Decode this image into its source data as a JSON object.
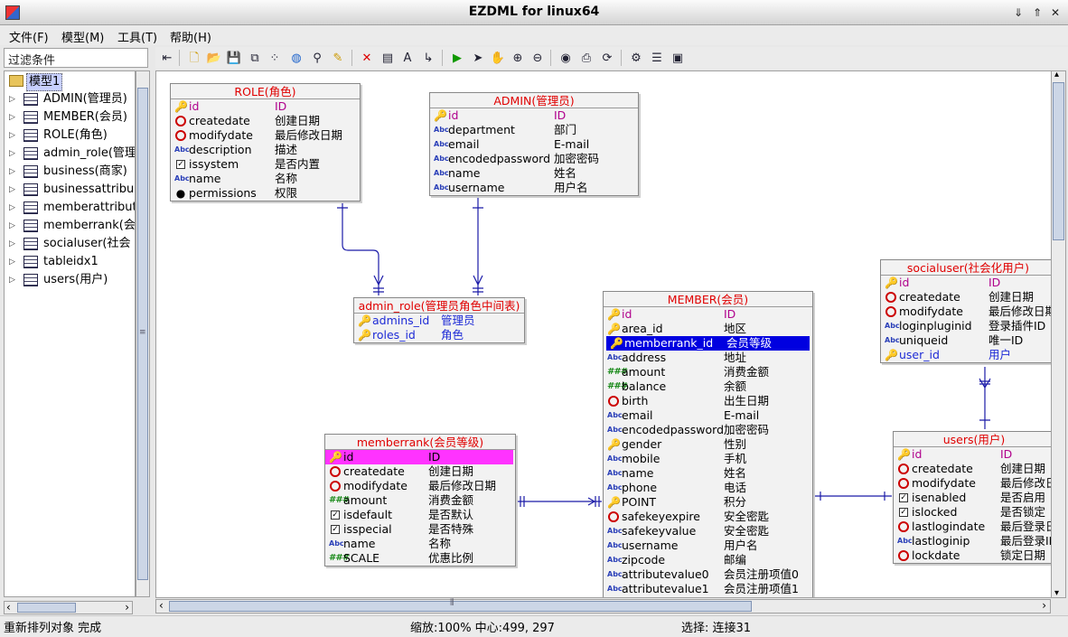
{
  "window": {
    "title": "EZDML for linux64",
    "controls": [
      "⇓",
      "⇑",
      "✕"
    ]
  },
  "menu": [
    "文件(F)",
    "模型(M)",
    "工具(T)",
    "帮助(H)"
  ],
  "filter_placeholder": "过滤条件",
  "toolbar_icons": [
    "sidebar-toggle-icon",
    "new-icon",
    "open-icon",
    "save-icon",
    "copy-icon",
    "arrange-icon",
    "globe-icon",
    "find-icon",
    "highlight-icon",
    "delete-icon",
    "new-table-icon",
    "text-icon",
    "link-icon",
    "run-icon",
    "pointer-icon",
    "hand-icon",
    "zoom-in-icon",
    "zoom-out-icon",
    "view-icon",
    "export-icon",
    "refresh-icon",
    "settings-icon",
    "properties-icon",
    "image-icon"
  ],
  "tree": {
    "root": "模型1",
    "items": [
      "ADMIN(管理员)",
      "MEMBER(会员)",
      "ROLE(角色)",
      "admin_role(管理",
      "business(商家)",
      "businessattribu",
      "memberattribut",
      "memberrank(会",
      "socialuser(社会",
      "tableidx1",
      "users(用户)"
    ]
  },
  "tables": {
    "role": {
      "title": "ROLE(角色)",
      "fields": [
        {
          "name": "id",
          "cn": "ID",
          "icon": "key",
          "kind": "pk"
        },
        {
          "name": "createdate",
          "cn": "创建日期",
          "icon": "clock"
        },
        {
          "name": "modifydate",
          "cn": "最后修改日期",
          "icon": "clock"
        },
        {
          "name": "description",
          "cn": "描述",
          "icon": "abc"
        },
        {
          "name": "issystem",
          "cn": "是否内置",
          "icon": "check"
        },
        {
          "name": "name",
          "cn": "名称",
          "icon": "abc"
        },
        {
          "name": "permissions",
          "cn": "权限",
          "icon": "dot"
        }
      ]
    },
    "admin": {
      "title": "ADMIN(管理员)",
      "fields": [
        {
          "name": "id",
          "cn": "ID",
          "icon": "key",
          "kind": "pk"
        },
        {
          "name": "department",
          "cn": "部门",
          "icon": "abc"
        },
        {
          "name": "email",
          "cn": "E-mail",
          "icon": "abc"
        },
        {
          "name": "encodedpassword",
          "cn": "加密密码",
          "icon": "abc"
        },
        {
          "name": "name",
          "cn": "姓名",
          "icon": "abc"
        },
        {
          "name": "username",
          "cn": "用户名",
          "icon": "abc"
        }
      ]
    },
    "admin_role": {
      "title": "admin_role(管理员角色中间表)",
      "fields": [
        {
          "name": "admins_id",
          "cn": "管理员",
          "icon": "fkey",
          "kind": "ref"
        },
        {
          "name": "roles_id",
          "cn": "角色",
          "icon": "fkey",
          "kind": "ref"
        }
      ]
    },
    "member": {
      "title": "MEMBER(会员)",
      "fields": [
        {
          "name": "id",
          "cn": "ID",
          "icon": "key",
          "kind": "pk"
        },
        {
          "name": "area_id",
          "cn": "地区",
          "icon": "fkey"
        },
        {
          "name": "memberrank_id",
          "cn": "会员等级",
          "icon": "fkey",
          "kind": "sel"
        },
        {
          "name": "address",
          "cn": "地址",
          "icon": "abc"
        },
        {
          "name": "amount",
          "cn": "消费金额",
          "icon": "num"
        },
        {
          "name": "balance",
          "cn": "余额",
          "icon": "num"
        },
        {
          "name": "birth",
          "cn": "出生日期",
          "icon": "clock"
        },
        {
          "name": "email",
          "cn": "E-mail",
          "icon": "abc"
        },
        {
          "name": "encodedpassword",
          "cn": "加密密码",
          "icon": "abc"
        },
        {
          "name": "gender",
          "cn": "性别",
          "icon": "fkey"
        },
        {
          "name": "mobile",
          "cn": "手机",
          "icon": "abc"
        },
        {
          "name": "name",
          "cn": "姓名",
          "icon": "abc"
        },
        {
          "name": "phone",
          "cn": "电话",
          "icon": "abc"
        },
        {
          "name": "POINT",
          "cn": "积分",
          "icon": "fkey"
        },
        {
          "name": "safekeyexpire",
          "cn": "安全密匙",
          "icon": "clock"
        },
        {
          "name": "safekeyvalue",
          "cn": "安全密匙",
          "icon": "abc"
        },
        {
          "name": "username",
          "cn": "用户名",
          "icon": "abc"
        },
        {
          "name": "zipcode",
          "cn": "邮编",
          "icon": "abc"
        },
        {
          "name": "attributevalue0",
          "cn": "会员注册项值0",
          "icon": "abc"
        },
        {
          "name": "attributevalue1",
          "cn": "会员注册项值1",
          "icon": "abc"
        }
      ]
    },
    "socialuser": {
      "title": "socialuser(社会化用户)",
      "fields": [
        {
          "name": "id",
          "cn": "ID",
          "icon": "key",
          "kind": "pk"
        },
        {
          "name": "createdate",
          "cn": "创建日期",
          "icon": "clock"
        },
        {
          "name": "modifydate",
          "cn": "最后修改日期",
          "icon": "clock"
        },
        {
          "name": "loginpluginid",
          "cn": "登录插件ID",
          "icon": "abc"
        },
        {
          "name": "uniqueid",
          "cn": "唯一ID",
          "icon": "abc"
        },
        {
          "name": "user_id",
          "cn": "用户",
          "icon": "fkey",
          "kind": "ref"
        }
      ]
    },
    "memberrank": {
      "title": "memberrank(会员等级)",
      "fields": [
        {
          "name": "id",
          "cn": "ID",
          "icon": "key",
          "kind": "hl"
        },
        {
          "name": "createdate",
          "cn": "创建日期",
          "icon": "clock"
        },
        {
          "name": "modifydate",
          "cn": "最后修改日期",
          "icon": "clock"
        },
        {
          "name": "amount",
          "cn": "消费金额",
          "icon": "num"
        },
        {
          "name": "isdefault",
          "cn": "是否默认",
          "icon": "check"
        },
        {
          "name": "isspecial",
          "cn": "是否特殊",
          "icon": "check"
        },
        {
          "name": "name",
          "cn": "名称",
          "icon": "abc"
        },
        {
          "name": "SCALE",
          "cn": "优惠比例",
          "icon": "num"
        }
      ]
    },
    "users": {
      "title": "users(用户)",
      "fields": [
        {
          "name": "id",
          "cn": "ID",
          "icon": "key",
          "kind": "pk"
        },
        {
          "name": "createdate",
          "cn": "创建日期",
          "icon": "clock"
        },
        {
          "name": "modifydate",
          "cn": "最后修改日",
          "icon": "clock"
        },
        {
          "name": "isenabled",
          "cn": "是否启用",
          "icon": "check"
        },
        {
          "name": "islocked",
          "cn": "是否锁定",
          "icon": "check"
        },
        {
          "name": "lastlogindate",
          "cn": "最后登录日",
          "icon": "clock"
        },
        {
          "name": "lastloginip",
          "cn": "最后登录II",
          "icon": "abc"
        },
        {
          "name": "lockdate",
          "cn": "锁定日期",
          "icon": "clock"
        }
      ]
    }
  },
  "status": {
    "left": "重新排列对象 完成",
    "zoom": "缩放:100% 中心:499, 297",
    "selection": "选择: 连接31"
  }
}
